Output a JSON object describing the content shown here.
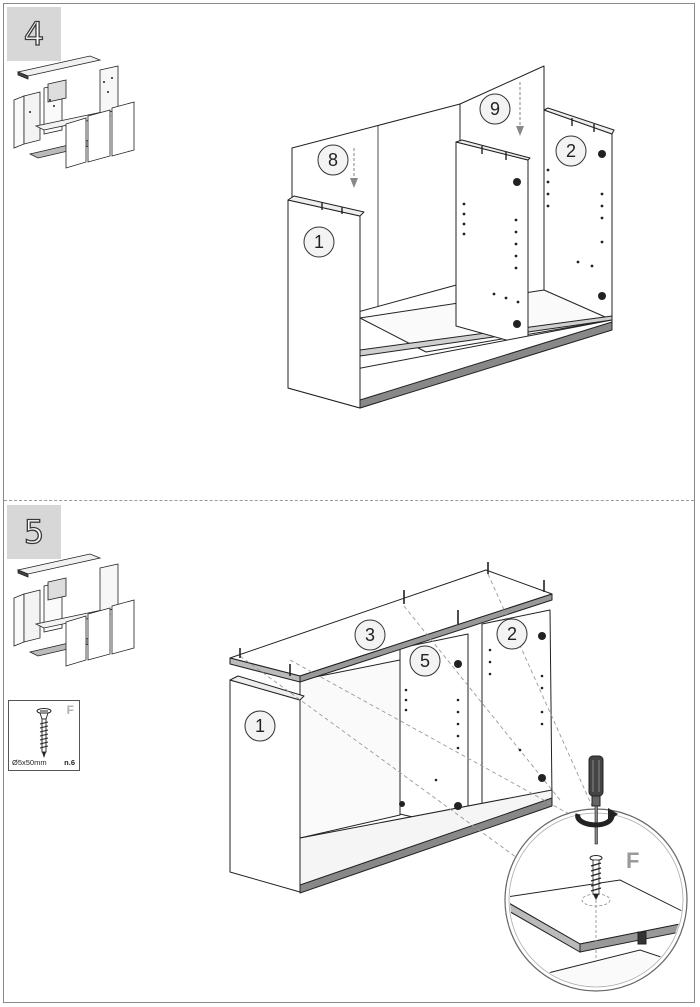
{
  "steps": [
    {
      "number": "4",
      "parts": {
        "p1": "1",
        "p2": "2",
        "p8": "8",
        "p9": "9"
      }
    },
    {
      "number": "5",
      "parts": {
        "p1": "1",
        "p2": "2",
        "p3": "3",
        "p5": "5"
      },
      "hardware": {
        "letter": "F",
        "size": "Ø5x50mm",
        "quantity": "n.6"
      },
      "detail_letter": "F"
    }
  ]
}
